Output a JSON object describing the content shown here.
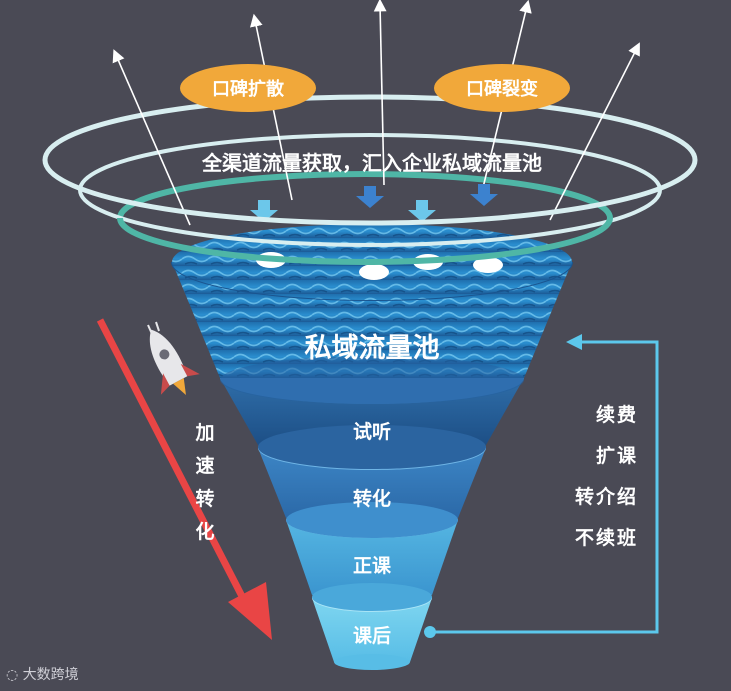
{
  "bubbles": {
    "left": "口碑扩散",
    "right": "口碑裂变"
  },
  "acquisition_text": "全渠道流量获取，汇入企业私域流量池",
  "pool_label": "私域流量池",
  "stages": [
    "试听",
    "转化",
    "正课",
    "课后"
  ],
  "accelerate": [
    "加",
    "速",
    "转",
    "化"
  ],
  "feedback": [
    "续费",
    "扩课",
    "转介绍",
    "不续班"
  ],
  "watermark": "大数跨境",
  "colors": {
    "background": "#4a4a55",
    "bubble": "#f1a83a",
    "ring_light": "#d8eef0",
    "ring_teal": "#4fb6a6",
    "arrow_red": "#e94545",
    "feedback_line": "#5cc8ec"
  }
}
